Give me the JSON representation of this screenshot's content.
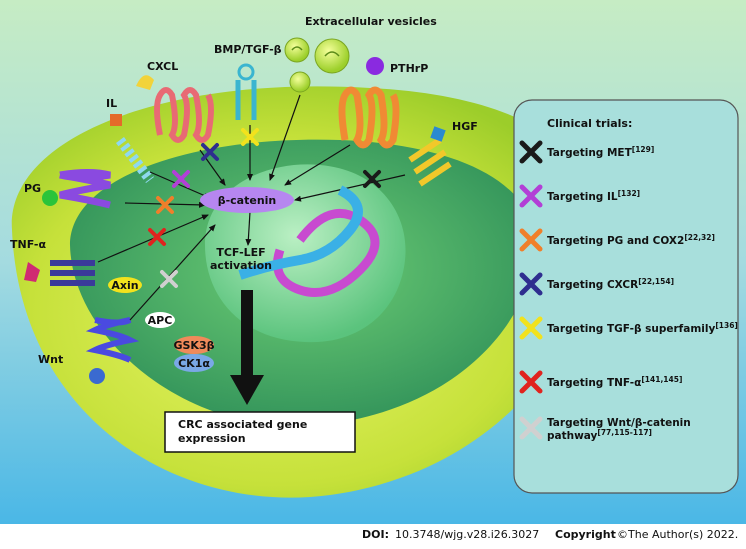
{
  "title": "Extracellular vesicles",
  "labels": {
    "cxcl": "CXCL",
    "bmp": "BMP/TGF-β",
    "pthrp": "PTHrP",
    "il": "IL",
    "hgf": "HGF",
    "pg": "PG",
    "tnf": "TNF-α",
    "axin": "Axin",
    "apc": "APC",
    "wnt": "Wnt",
    "gsk3b": "GSK3β",
    "ck1a": "CK1α",
    "beta_catenin": "β-catenin",
    "tcf_line1": "TCF-LEF",
    "tcf_line2": "activation",
    "crc_line1": "CRC associated gene",
    "crc_line2": "expression"
  },
  "legend": {
    "title": "Clinical trials:",
    "items": [
      {
        "text": "Targeting MET",
        "ref": "[129]",
        "color": "#1a1a1a"
      },
      {
        "text": "Targeting IL",
        "ref": "[132]",
        "color": "#b23fd6"
      },
      {
        "text": "Targeting PG and COX2",
        "ref": "[22,32]",
        "color": "#f07f2a"
      },
      {
        "text": "Targeting CXCR",
        "ref": "[22,154]",
        "color": "#2e2e8f"
      },
      {
        "text": "Targeting TGF-β superfamily",
        "ref": "[136]",
        "color": "#f2e21d"
      },
      {
        "text": "Targeting TNF-α",
        "ref": "[141,145]",
        "color": "#e0231e"
      },
      {
        "text": "Targeting Wnt/β-catenin",
        "text2": "pathway",
        "ref": "[77,115-117]",
        "color": "#d0d0d0"
      }
    ]
  },
  "footer": {
    "doi_label": "DOI:",
    "doi_value": "10.3748/wjg.v28.i26.3027",
    "copyright_label": "Copyright",
    "copyright_value": "©The Author(s) 2022."
  }
}
